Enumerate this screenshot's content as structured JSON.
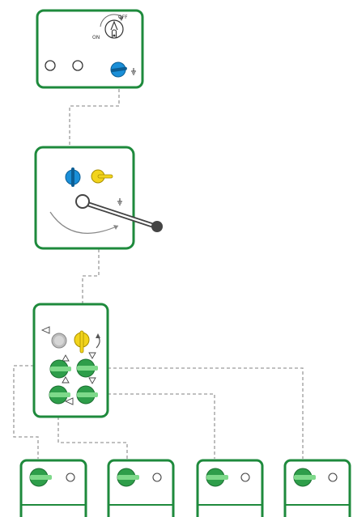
{
  "colors": {
    "panel_border": "#1e8a3c",
    "green_knob": "#2e9e4a",
    "green_bar": "#7ed98a",
    "blue_knob": "#1a8fd8",
    "yellow_knob": "#f2d41c",
    "gray_knob": "#bdbdbd",
    "connector": "#9a9a9a",
    "lever": "#444444"
  },
  "panels": {
    "top_switch": {
      "off_label": "OFF",
      "on_label": "ON",
      "key_switch_icon": "rotary-key-switch-icon",
      "empty_indicators": 2,
      "blue_knob_icon": "blue-rotary-knob-icon",
      "ground_symbol": "earth-ground-icon"
    },
    "lever_panel": {
      "knob_icons": [
        "blue-rotary-knob-icon",
        "yellow-rotary-knob-icon"
      ],
      "ground_symbol": "earth-ground-icon",
      "lever_icon": "operating-lever-icon"
    },
    "interlock_panel": {
      "knob_icons": [
        "gray-rotary-knob-icon",
        "yellow-rotary-knob-icon",
        "green-rotary-knob-icon"
      ],
      "green_knob_count": 4,
      "arrow_icons": [
        "triangle-arrow-icon"
      ]
    },
    "bottom_units": {
      "count": 4,
      "knob_icon": "green-rotary-knob-icon",
      "indicator_icon": "indicator-circle-icon"
    }
  }
}
